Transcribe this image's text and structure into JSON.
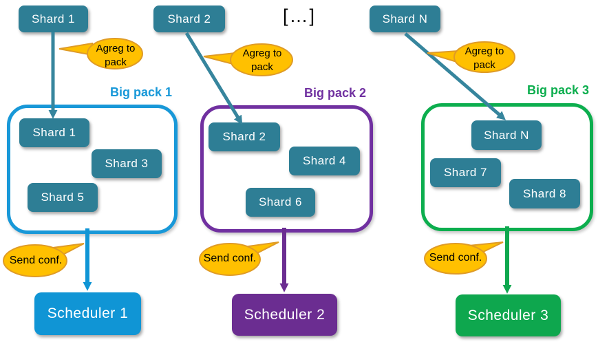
{
  "diagram": {
    "ellipsis": "[…]",
    "columns": [
      {
        "top_shard": "Shard 1",
        "agreg_label": "Agreg to pack",
        "pack_label": "Big pack 1",
        "pack_shards": [
          "Shard 1",
          "Shard 3",
          "Shard 5"
        ],
        "send_label": "Send conf.",
        "scheduler": "Scheduler 1"
      },
      {
        "top_shard": "Shard 2",
        "agreg_label": "Agreg to pack",
        "pack_label": "Big pack 2",
        "pack_shards": [
          "Shard 2",
          "Shard 4",
          "Shard 6"
        ],
        "send_label": "Send conf.",
        "scheduler": "Scheduler 2"
      },
      {
        "top_shard": "Shard N",
        "agreg_label": "Agreg to pack",
        "pack_label": "Big pack 3",
        "pack_shards": [
          "Shard N",
          "Shard 7",
          "Shard 8"
        ],
        "send_label": "Send conf.",
        "scheduler": "Scheduler 3"
      }
    ],
    "colors": {
      "shard_fill": "#2E7E95",
      "arrow_teal": "#36859D",
      "bubble_fill": "#FFC000",
      "bubble_border": "#DF9B26",
      "pack1_accent": "#1898D8",
      "pack2_accent": "#7030A0",
      "pack3_accent": "#0CAE4E",
      "scheduler1_fill": "#1095D5",
      "scheduler2_fill": "#6B2D91",
      "scheduler3_fill": "#0EA74E"
    }
  }
}
